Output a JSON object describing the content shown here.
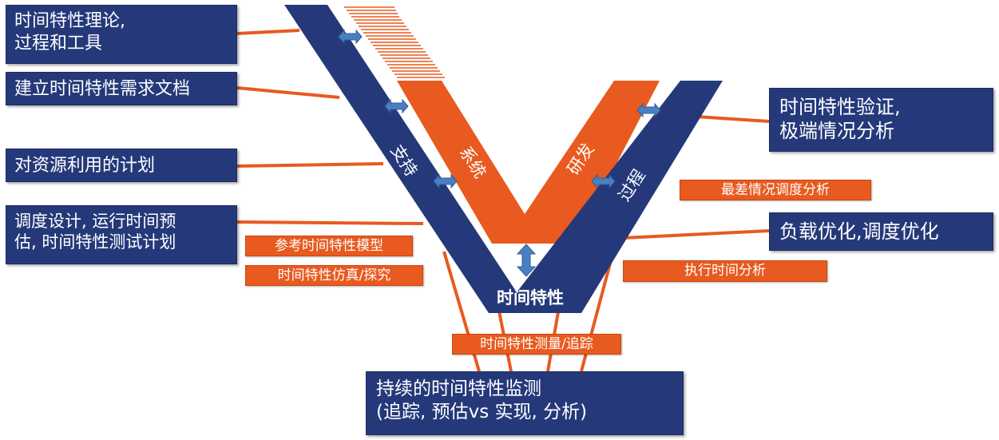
{
  "colors": {
    "navy": "#25397a",
    "orange": "#e85a1f",
    "arrow": "#4a7fc1"
  },
  "left_boxes": [
    [
      "时间特性理论,",
      "过程和工具"
    ],
    [
      "建立时间特性需求文档"
    ],
    [
      "对资源利用的计划"
    ],
    [
      "调度设计, 运行时间预",
      "估, 时间特性测试计划"
    ]
  ],
  "right_boxes": [
    [
      "时间特性验证,",
      "极端情况分析"
    ],
    [
      "负载优化,调度优化"
    ]
  ],
  "bottom_box": [
    "持续的时间特性监测",
    "(追踪, 预估vs 实现, 分析)"
  ],
  "orange_labels": {
    "worst_case": "最差情况调度分析",
    "model": "参考时间特性模型",
    "simulation": "时间特性仿真/探究",
    "execution": "执行时间分析",
    "measurement": "时间特性测量/追踪"
  },
  "v_labels": {
    "support": "支持",
    "system": "系统",
    "development": "研发",
    "process": "过程",
    "center": "时间特性"
  }
}
